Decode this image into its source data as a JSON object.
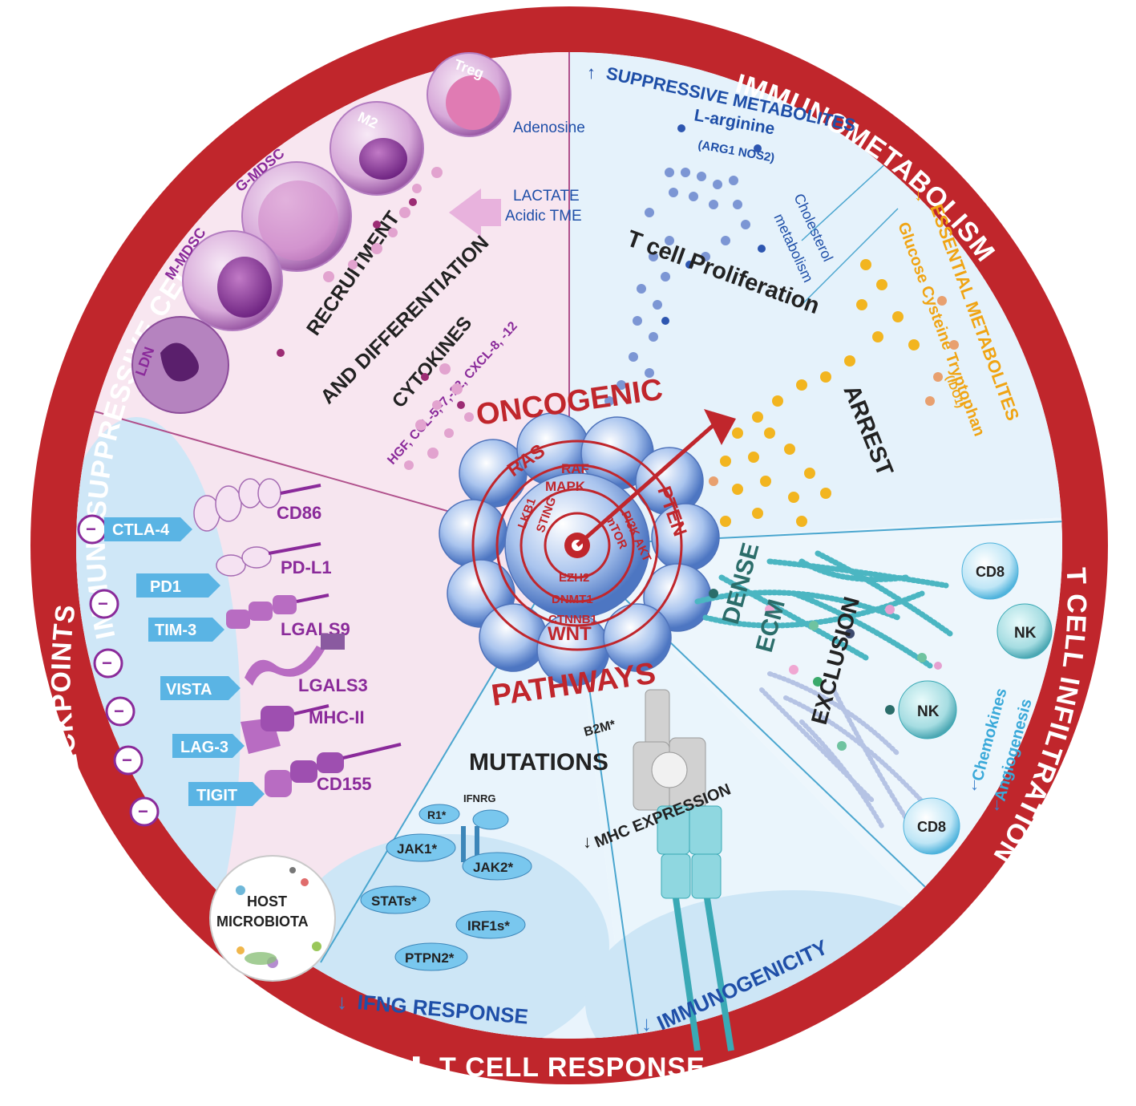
{
  "ring": {
    "top_left": "IMMUNOSUPPRESSIVE CELLS",
    "top_right": "IMMUNOMETABOLISM",
    "right": "T CELL INFILTRATION",
    "left": "IIMMUNE  CHECKPOINTS",
    "bottom": "T CELL RESPONSE",
    "down_arrow": "↓",
    "down_arrow_heavy": "⬇"
  },
  "suppressive_cells": {
    "cells": [
      "Treg",
      "M2",
      "G-MDSC",
      "M-MDSC",
      "LDN"
    ],
    "recruitment_line1": "RECRUITMENT",
    "recruitment_line2": "AND DIFFERENTIATION",
    "cytokines": "CYTOKINES",
    "cytokine_list": "HGF, CCL-5,-7,-22, CXCL-8, -12",
    "adenosine": "Adenosine",
    "lactate": "LACTATE",
    "acidic": "Acidic TME"
  },
  "metabolism": {
    "suppressive_arrow": "↑",
    "suppressive_title": "SUPPRESSIVE  METABOLITES",
    "larginine": "L-arginine",
    "arg_nos": "(ARG1 NOS2)",
    "cholesterol1": "Cholesterol",
    "cholesterol2": "metabolism",
    "tcell_arrest_1": "T cell  Proliferation",
    "tcell_arrest_2": "ARREST",
    "essential_arrow": "↓",
    "essential_title": "ESSENTIAL  METABOLITES",
    "essential_list": "Glucose Cysteine Tryptophan",
    "ido": "(IDO1)"
  },
  "center": {
    "oncogenic": "ONCOGENIC",
    "pathways": "PATHWAYS",
    "ras": "RAS",
    "pten": "PTEN",
    "wnt": "WNT",
    "raf": "RAF",
    "mapk": "MAPK",
    "lkb": "LKB1",
    "sting": "STING",
    "pi3k": "PI3K AKT",
    "mtor": "mTOR",
    "ezh": "EZH2",
    "dnmt": "DNMT1",
    "ctnnb": "CTNNB1"
  },
  "checkpoints": {
    "receptors": [
      "CTLA-4",
      "PD1",
      "TIM-3",
      "VISTA",
      "LAG-3",
      "TIGIT"
    ],
    "ligands": [
      "CD86",
      "PD-L1",
      "LGALS9",
      "LGALS3",
      "MHC-II",
      "CD155"
    ],
    "minus": "−"
  },
  "ifng": {
    "mutations": "MUTATIONS",
    "ifnrg": "IFNRG",
    "r1": "R1*",
    "jak1": "JAK1*",
    "jak2": "JAK2*",
    "stats": "STATs*",
    "irf1s": "IRF1s*",
    "ptpn2": "PTPN2*",
    "response_arrow": "↓",
    "response": "IFNG RESPONSE",
    "host1": "HOST",
    "host2": "MICROBIOTA"
  },
  "mhc": {
    "b2m": "B2M*",
    "mhc_arrow": "↓",
    "mhc_expression": "MHC EXPRESSION",
    "immuno_arrow": "↓",
    "immunogenicity": "IMMUNOGENICITY"
  },
  "infiltration": {
    "dense": "DENSE",
    "ecm": "ECM",
    "exclusion": "EXCLUSION",
    "cd8": "CD8",
    "nk": "NK",
    "chemokines": "Chemokines",
    "angiogenesis": "Angiogenesis",
    "arrow": "↓"
  },
  "colors": {
    "ring": "#c0262c",
    "pink_bg": "#f8e6f0",
    "blue_bg": "#e3f1fb",
    "purple": "#8a2a9a",
    "blue_text": "#1f4fa8",
    "orange": "#f0a413",
    "teal": "#3aa9b5"
  }
}
